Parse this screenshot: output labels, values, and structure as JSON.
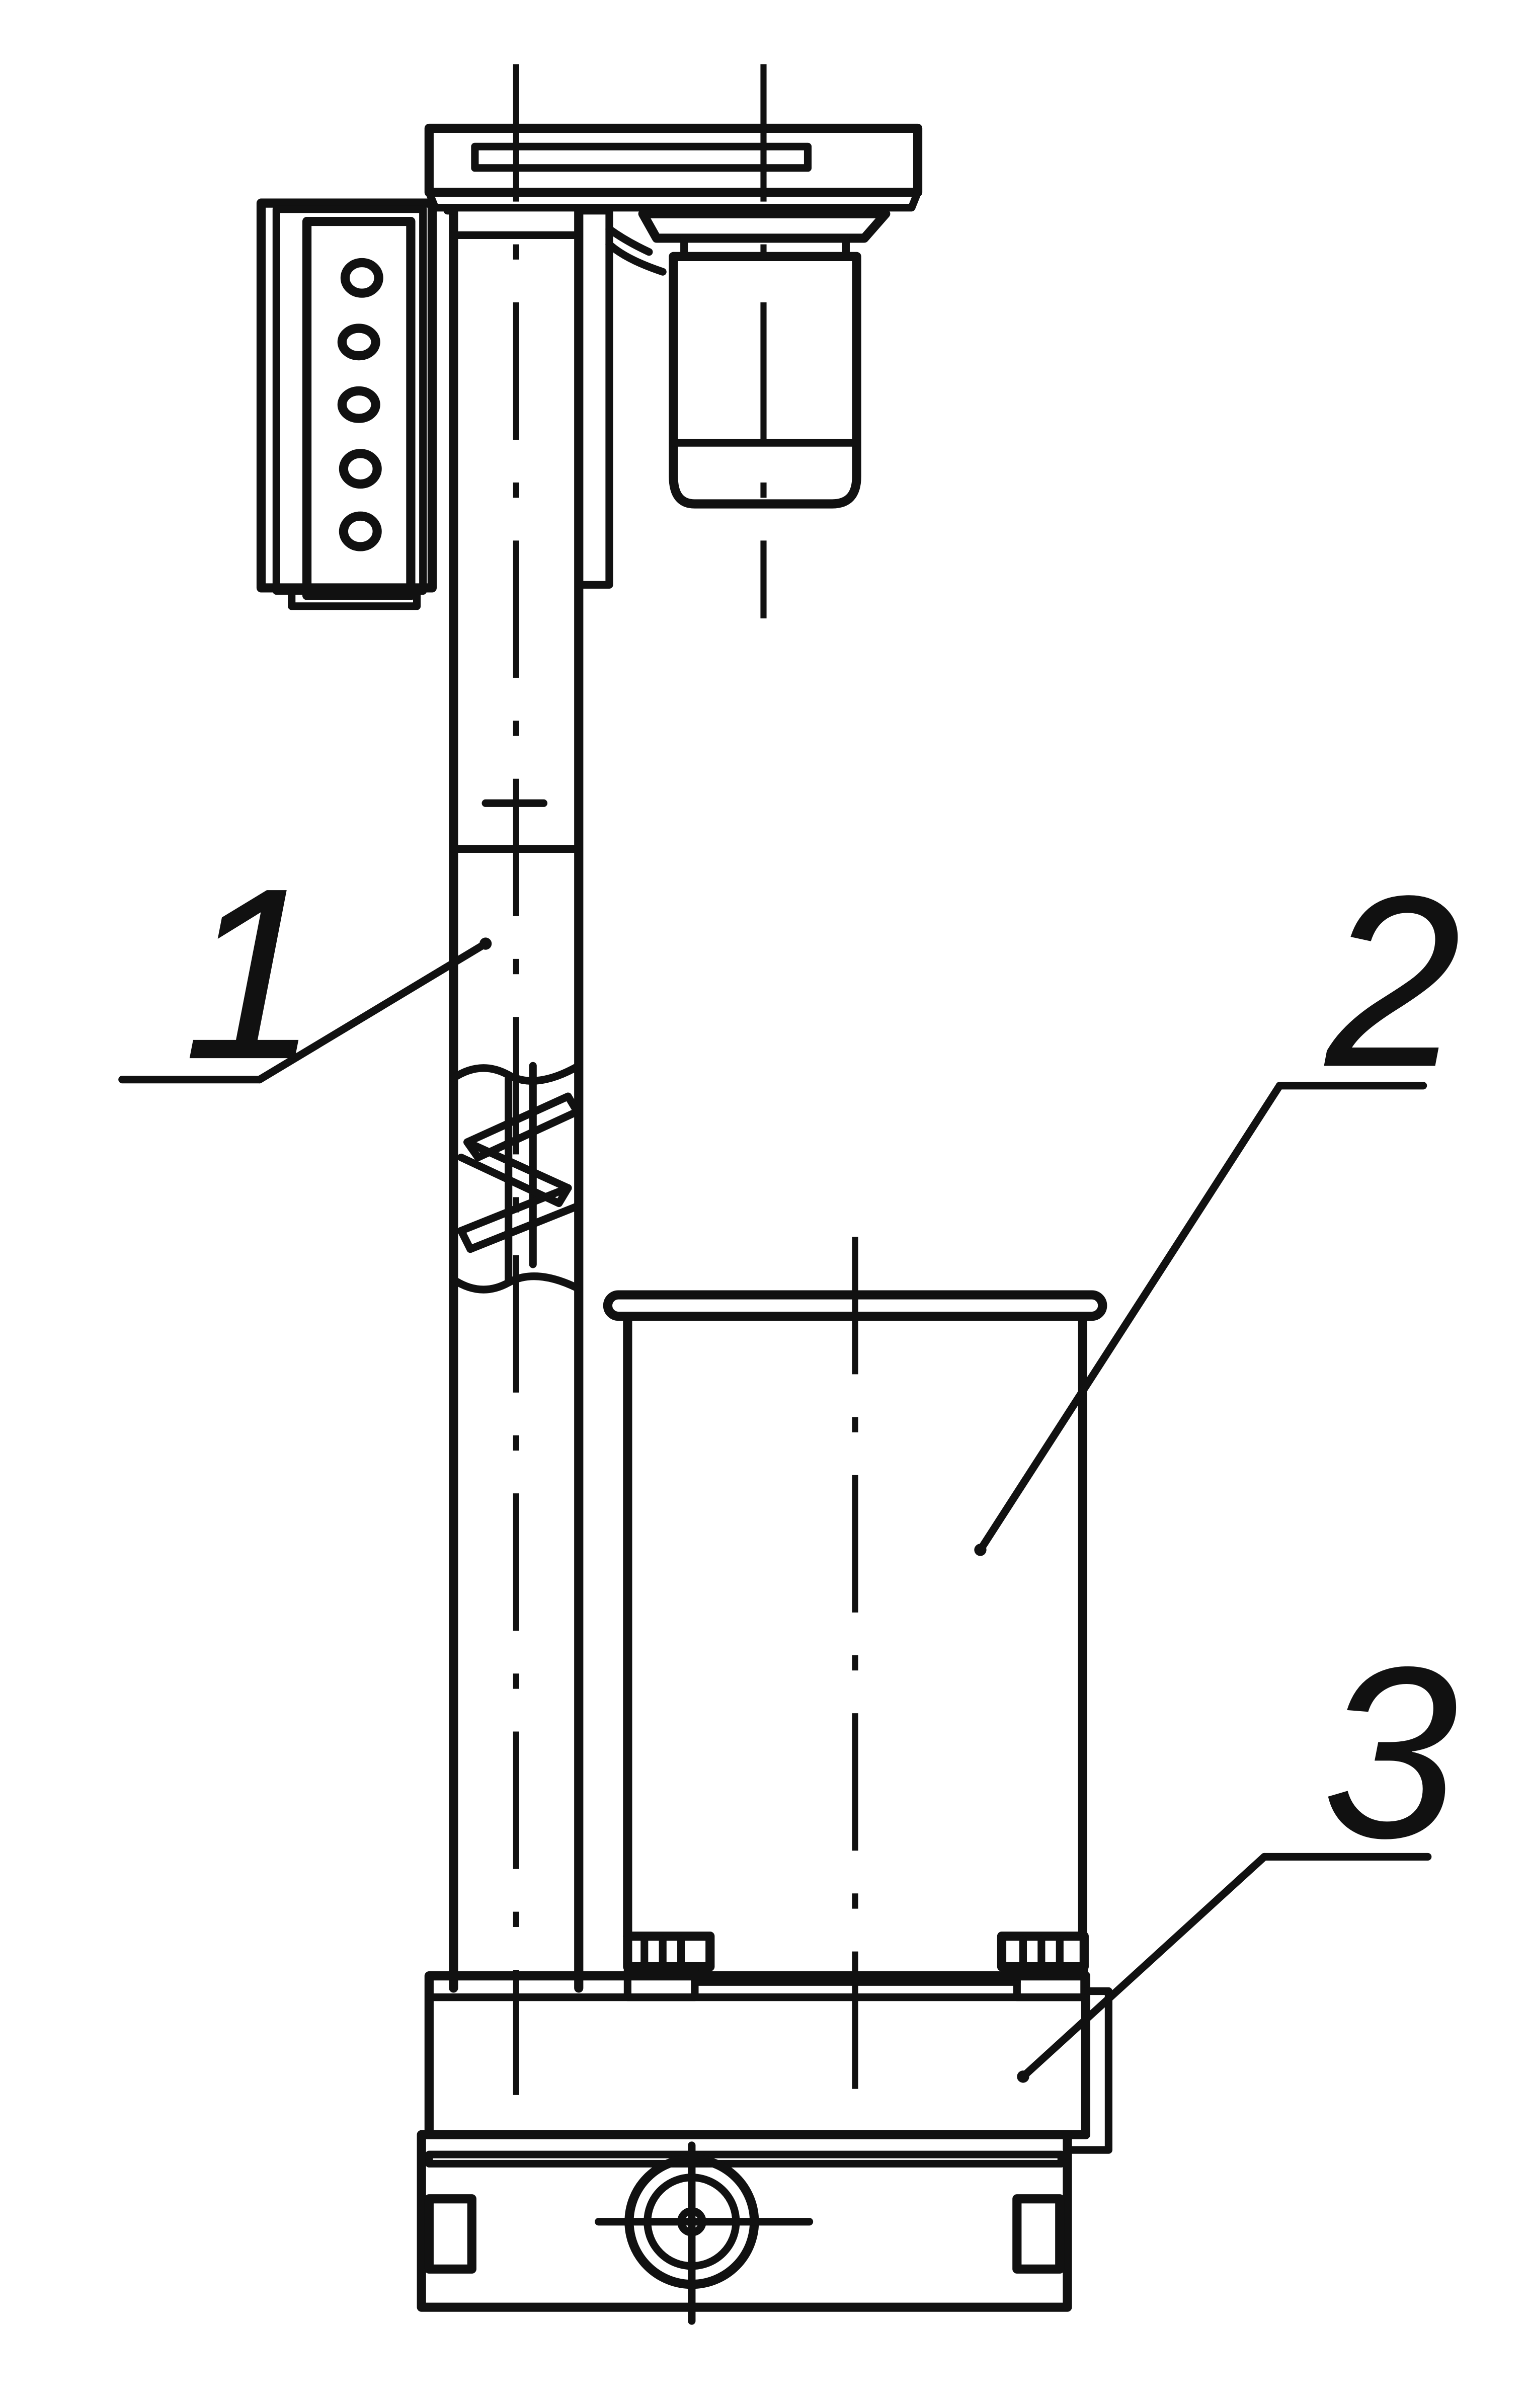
{
  "figure": {
    "labels": [
      {
        "id": "label-1",
        "text": "1"
      },
      {
        "id": "label-2",
        "text": "2"
      },
      {
        "id": "label-3",
        "text": "3"
      }
    ],
    "colors": {
      "ink": "#111111",
      "paper": "#ffffff"
    }
  }
}
